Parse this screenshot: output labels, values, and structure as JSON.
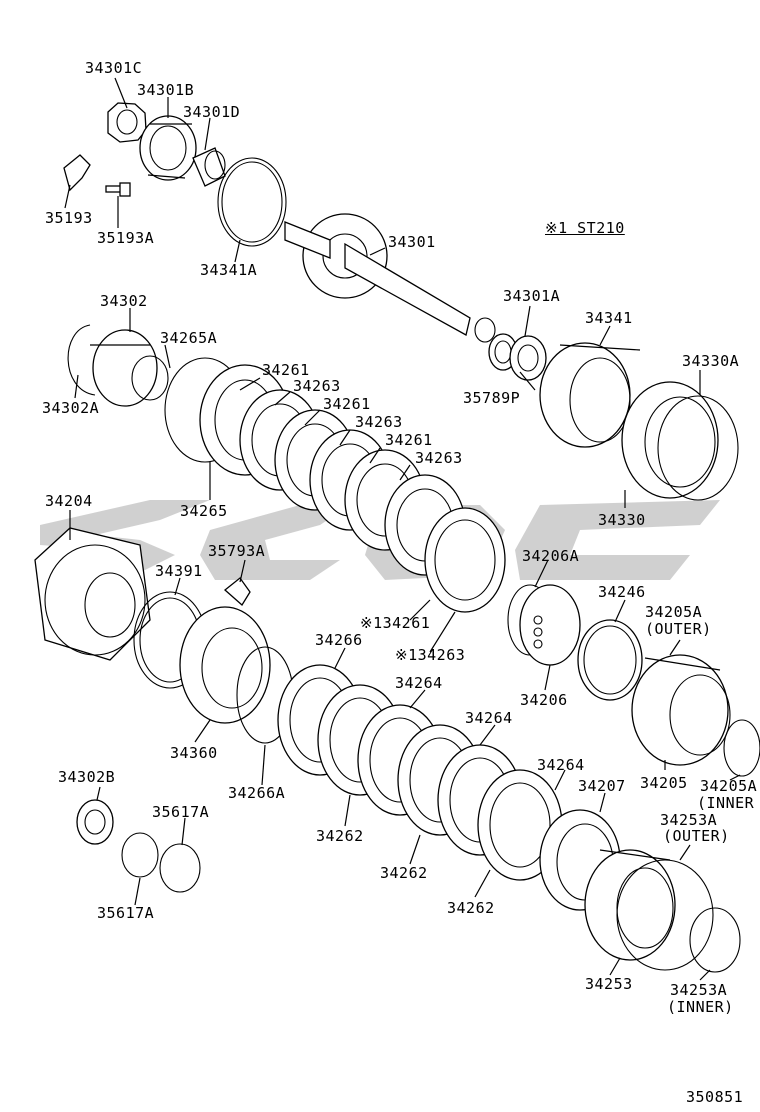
{
  "header": {
    "note": "※1 ST210"
  },
  "figure_id": "350851",
  "labels": {
    "l34301C": "34301C",
    "l34301B": "34301B",
    "l34301D": "34301D",
    "l35193": "35193",
    "l35193A": "35193A",
    "l34341A": "34341A",
    "l34301": "34301",
    "l34302": "34302",
    "l34302A": "34302A",
    "l34265A": "34265A",
    "l34261a": "34261",
    "l34263a": "34263",
    "l34261b": "34261",
    "l34263b": "34263",
    "l34261c": "34261",
    "l34263c": "34263",
    "l34265": "34265",
    "l34301A": "34301A",
    "l34341": "34341",
    "l34330A": "34330A",
    "l35789P": "35789P",
    "l34330": "34330",
    "l34204": "34204",
    "l35793A": "35793A",
    "l34391": "34391",
    "l34206A": "34206A",
    "l34246": "34246",
    "l34205A": "34205A",
    "l_outer1": "(OUTER)",
    "l_134261": "※134261",
    "l_134263": "※134263",
    "l34266": "34266",
    "l34206": "34206",
    "l34264a": "34264",
    "l34264b": "34264",
    "l34264c": "34264",
    "l34360": "34360",
    "l34266A": "34266A",
    "l34205": "34205",
    "l34205Ai": "34205A",
    "l_inner1": "(INNER",
    "l34207": "34207",
    "l34253A": "34253A",
    "l_outer2": "(OUTER)",
    "l34302B": "34302B",
    "l35617A_top": "35617A",
    "l35617A": "35617A",
    "l34262a": "34262",
    "l34262b": "34262",
    "l34262c": "34262",
    "l34253": "34253",
    "l34253Ai": "34253A",
    "l_inner2": "(INNER)"
  }
}
